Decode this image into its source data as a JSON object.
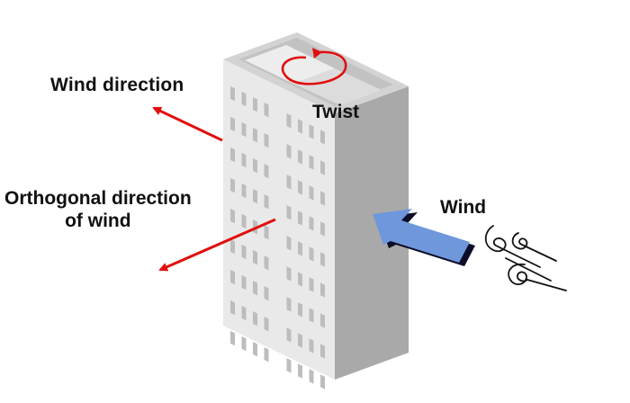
{
  "labels": {
    "wind_direction": "Wind direction",
    "orthogonal_line1": "Orthogonal direction",
    "orthogonal_line2": "of wind",
    "twist": "Twist",
    "wind": "Wind"
  },
  "colors": {
    "building_front": "#e9e9e9",
    "building_side": "#a9a9a9",
    "building_top": "#d3d3d3",
    "windows": "#bdbdbd",
    "force_arrows": "#e10e0e",
    "wind_arrow": "#6f97dc",
    "wind_arrow_shadow": "#0d0d28",
    "text": "#111111"
  },
  "icons": [
    "wind-arrow-icon",
    "wind-gust-icon",
    "twist-rotation-icon"
  ]
}
